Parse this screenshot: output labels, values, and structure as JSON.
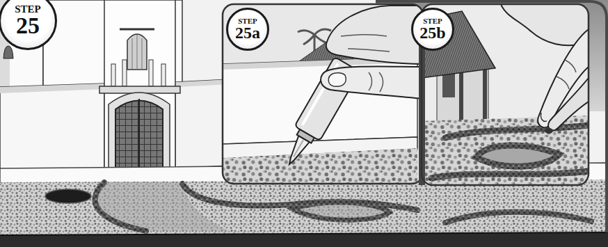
{
  "diagram": {
    "nodes": [
      {
        "text": [
          "STEP",
          "25"
        ]
      },
      {
        "text": [
          "STEP",
          "25a"
        ]
      },
      {
        "text": [
          "STEP",
          "25b"
        ]
      }
    ]
  }
}
